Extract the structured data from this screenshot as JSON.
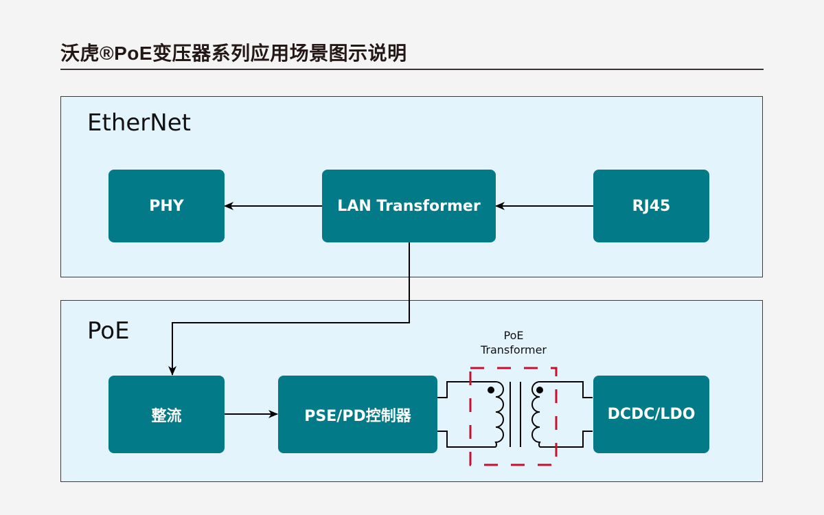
{
  "title": "沃虎®PoE变压器系列应用场景图示说明",
  "sections": {
    "ethernet": {
      "label": "EtherNet",
      "nodes": {
        "phy": "PHY",
        "lan_transformer": "LAN Transformer",
        "rj45": "RJ45"
      }
    },
    "poe": {
      "label": "PoE",
      "nodes": {
        "rectifier": "整流",
        "controller": "PSE/PD控制器",
        "dcdc": "DCDC/LDO"
      },
      "transformer_label_line1": "PoE",
      "transformer_label_line2": "Transformer"
    }
  },
  "colors": {
    "node": "#027a88",
    "section_bg": "#e4f4fd",
    "dash_box": "#c8102e"
  },
  "connections": [
    {
      "from": "RJ45",
      "to": "LAN Transformer"
    },
    {
      "from": "LAN Transformer",
      "to": "PHY"
    },
    {
      "from": "LAN Transformer",
      "to": "整流"
    },
    {
      "from": "整流",
      "to": "PSE/PD控制器"
    },
    {
      "from": "PSE/PD控制器",
      "to": "DCDC/LDO",
      "via": "PoE Transformer"
    }
  ]
}
